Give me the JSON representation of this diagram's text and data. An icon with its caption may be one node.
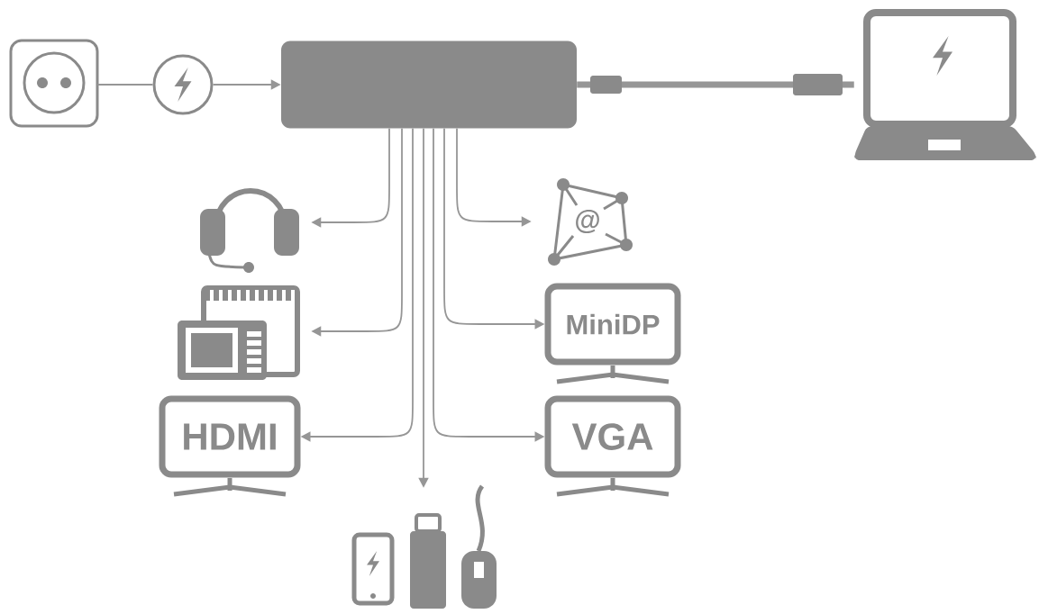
{
  "diagram": {
    "nodes": [
      {
        "text": [],
        "shape": "picture"
      },
      {
        "text": [],
        "shape": "circle"
      },
      {
        "text": [],
        "shape": "box"
      },
      {
        "text": [],
        "shape": "picture"
      },
      {
        "text": [],
        "shape": "picture"
      },
      {
        "text": [
          "@"
        ]
      },
      {
        "text": [],
        "shape": "picture"
      },
      {
        "text": [
          "MiniDP"
        ]
      },
      {
        "text": [
          "HDMI"
        ]
      },
      {
        "text": [
          "VGA"
        ]
      },
      {
        "text": [],
        "shape": "picture"
      }
    ],
    "edges": [
      {
        "from": 0,
        "to": 1,
        "arrow": "none"
      },
      {
        "from": 1,
        "to": 2,
        "arrow": "to"
      },
      {
        "from": 2,
        "to": 3,
        "arrow": "none",
        "style": "thick"
      },
      {
        "from": 2,
        "to": 4,
        "arrow": "to"
      },
      {
        "from": 2,
        "to": 5,
        "arrow": "to"
      },
      {
        "from": 2,
        "to": 6,
        "arrow": "to"
      },
      {
        "from": 2,
        "to": 7,
        "arrow": "to"
      },
      {
        "from": 2,
        "to": 8,
        "arrow": "to"
      },
      {
        "from": 2,
        "to": 9,
        "arrow": "to"
      },
      {
        "from": 2,
        "to": 10,
        "arrow": "to"
      }
    ]
  }
}
